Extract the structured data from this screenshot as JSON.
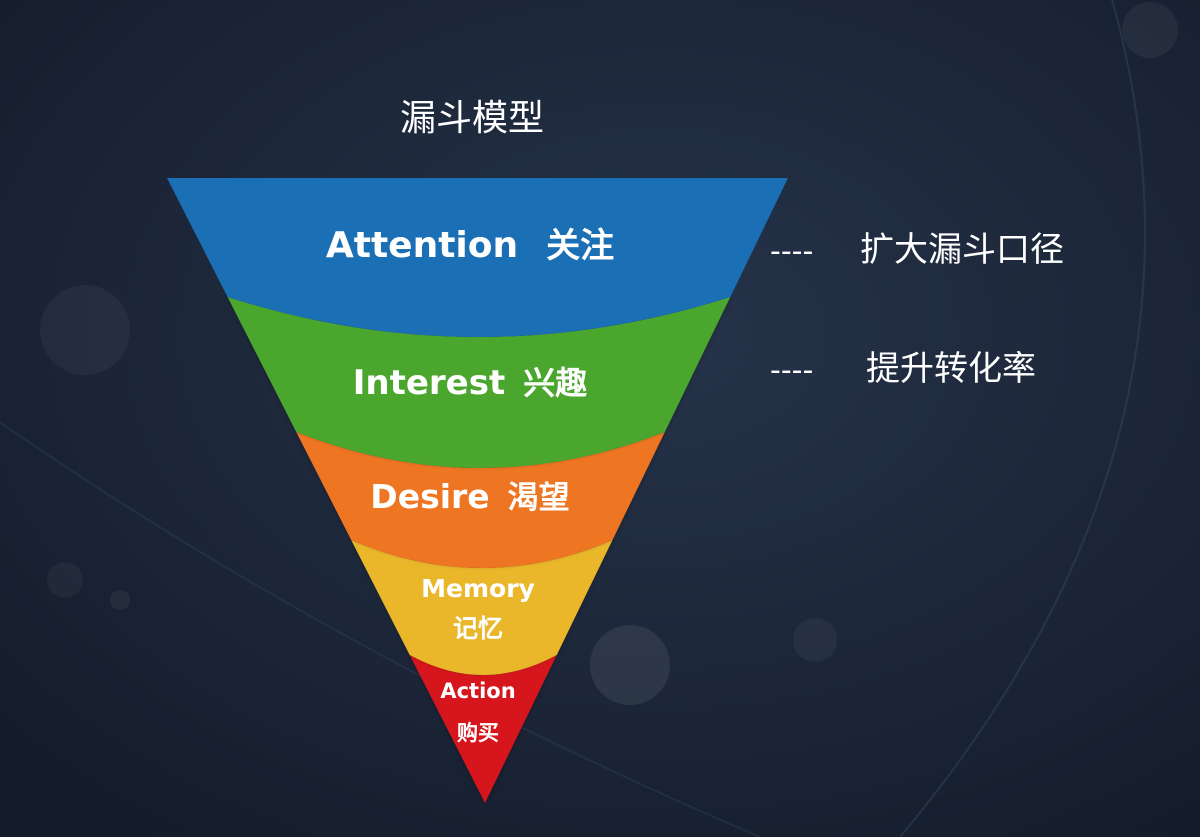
{
  "title": "漏斗模型",
  "stages": [
    {
      "en": "Attention",
      "zh": "关注",
      "color": "#1b6fb5",
      "label_layout": "inline"
    },
    {
      "en": "Interest",
      "zh": "兴趣",
      "color": "#4ca62f",
      "label_layout": "inline"
    },
    {
      "en": "Desire",
      "zh": "渴望",
      "color": "#ee7422",
      "label_layout": "inline"
    },
    {
      "en": "Memory",
      "zh": "记忆",
      "color": "#eab72a",
      "label_layout": "stacked"
    },
    {
      "en": "Action",
      "zh": "购买",
      "color": "#d6131c",
      "label_layout": "stacked"
    }
  ],
  "annotations": [
    {
      "dash": "----",
      "text": "扩大漏斗口径"
    },
    {
      "dash": "----",
      "text": "提升转化率"
    }
  ],
  "colors": {
    "background": "#1c2637",
    "label_text": "#ffffff"
  }
}
